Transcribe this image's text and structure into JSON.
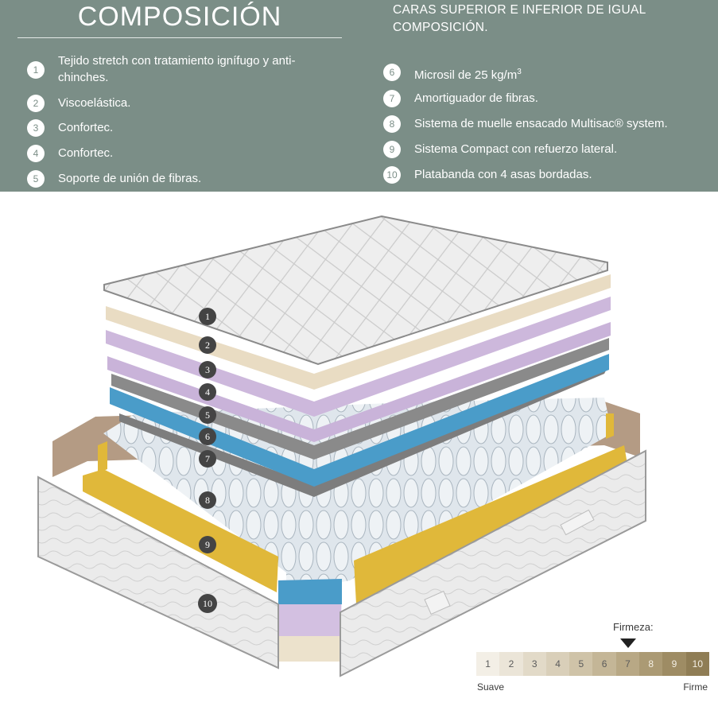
{
  "panel": {
    "title": "COMPOSICIÓN",
    "note": "CARAS SUPERIOR E INFERIOR DE IGUAL COMPOSICIÓN.",
    "left_items": [
      {
        "num": "1",
        "text": "Tejido stretch con tratamiento ignífugo y anti-chinches."
      },
      {
        "num": "2",
        "text": "Viscoelástica."
      },
      {
        "num": "3",
        "text": "Confortec."
      },
      {
        "num": "4",
        "text": "Confortec."
      },
      {
        "num": "5",
        "text": "Soporte de unión de fibras."
      }
    ],
    "right_items": [
      {
        "num": "6",
        "text": "Microsil de 25 kg/m",
        "sup": "3"
      },
      {
        "num": "7",
        "text": "Amortiguador de fibras."
      },
      {
        "num": "8",
        "text": "Sistema de muelle ensacado Multisac® system."
      },
      {
        "num": "9",
        "text": "Sistema Compact con refuerzo lateral."
      },
      {
        "num": "10",
        "text": "Platabanda con 4 asas bordadas."
      }
    ]
  },
  "callouts": [
    "1",
    "2",
    "3",
    "4",
    "5",
    "6",
    "7",
    "8",
    "9",
    "10"
  ],
  "firmness": {
    "label": "Firmeza:",
    "levels": [
      "1",
      "2",
      "3",
      "4",
      "5",
      "6",
      "7",
      "8",
      "9",
      "10"
    ],
    "selected": 7,
    "soft_label": "Suave",
    "hard_label": "Firme",
    "colors": [
      "#f3efe6",
      "#ebe5d8",
      "#e2dac8",
      "#d9cfb9",
      "#cfc3a8",
      "#c4b697",
      "#b8a885",
      "#ab9a74",
      "#9e8c64",
      "#8f7d55"
    ]
  },
  "colors": {
    "panel": "#7b8e87",
    "foam_top": "#e9dcc3",
    "visco": "#c9b3d9",
    "fiber": "#8a8a8a",
    "microsil": "#4a9cc9",
    "compact": "#e0b83a",
    "border_fabric": "#e8e8e8"
  }
}
